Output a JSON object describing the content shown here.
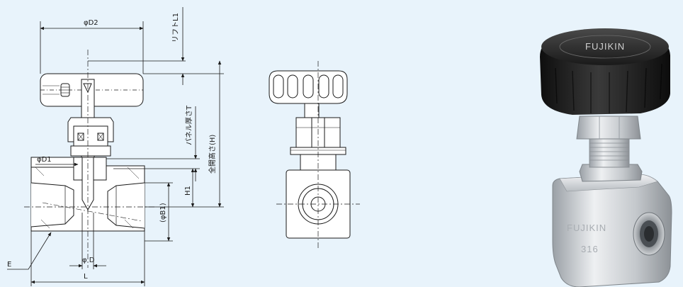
{
  "dimensions": {
    "d2": "φD2",
    "lift_l1": "リフトL1",
    "panel_thickness_t": "パネル厚さT",
    "full_open_height_h": "全開高さ(H)",
    "d1": "φD1",
    "h1": "H1",
    "b1": "(φB1)",
    "d": "φ D",
    "e": "E",
    "l": "L"
  },
  "photo": {
    "body_marking_brand": "FUJIKIN",
    "body_marking_grade": "316",
    "knob_marking": "FUJIKIN"
  },
  "colors": {
    "background": "#e8f3fb",
    "line": "#1a1a1a",
    "knob": "#1c1c1c",
    "steel": "#c9cdd2"
  }
}
